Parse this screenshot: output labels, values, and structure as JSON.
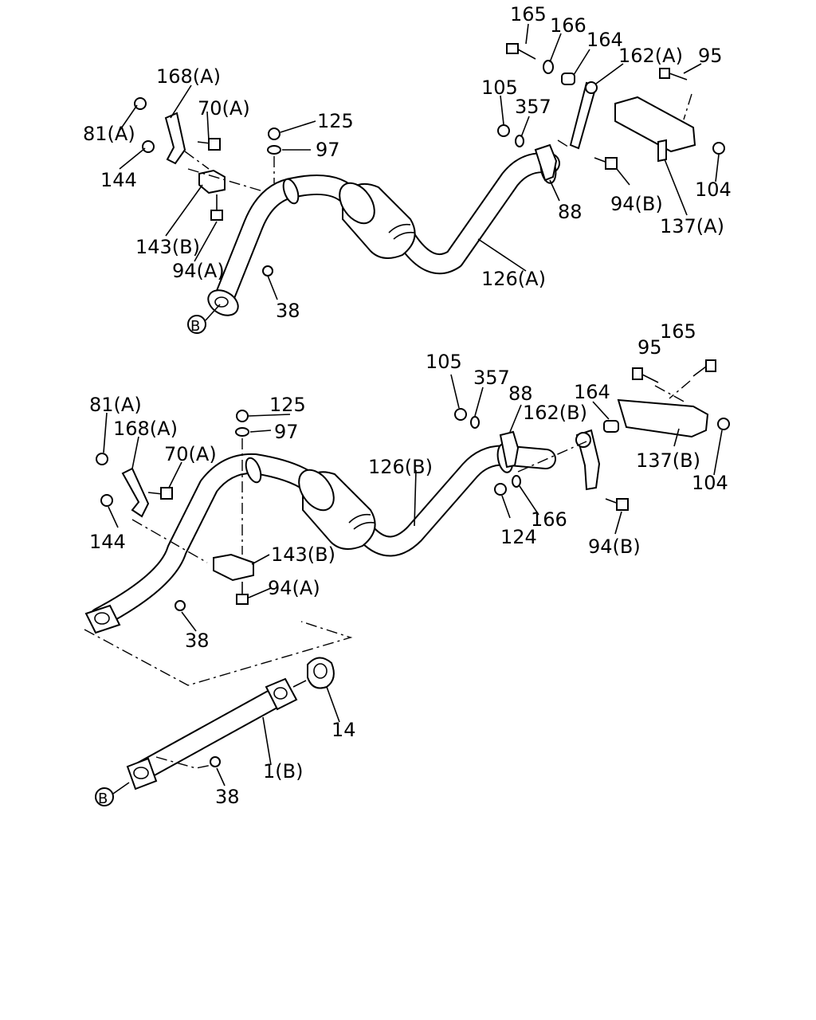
{
  "upper_assembly": {
    "labels": {
      "l165": "165",
      "l166": "166",
      "l164": "164",
      "l162a": "162(A)",
      "l95": "95",
      "l168a": "168(A)",
      "l70a": "70(A)",
      "l81a": "81(A)",
      "l144": "144",
      "l125": "125",
      "l97": "97",
      "l105": "105",
      "l357": "357",
      "l94b": "94(B)",
      "l104": "104",
      "l88": "88",
      "l137a": "137(A)",
      "l143b": "143(B)",
      "l94a": "94(A)",
      "l126a": "126(A)",
      "l38": "38",
      "ref_b": "B"
    }
  },
  "lower_assembly": {
    "labels": {
      "l105": "105",
      "l165": "165",
      "l95": "95",
      "l357": "357",
      "l88": "88",
      "l164": "164",
      "l81a": "81(A)",
      "l125": "125",
      "l162b": "162(B)",
      "l168a": "168(A)",
      "l97": "97",
      "l126b": "126(B)",
      "l137b": "137(B)",
      "l70a": "70(A)",
      "l104": "104",
      "l166": "166",
      "l124": "124",
      "l144": "144",
      "l143b": "143(B)",
      "l94b": "94(B)",
      "l94a": "94(A)",
      "l38": "38"
    }
  },
  "front_pipe": {
    "labels": {
      "l14": "14",
      "l1b": "1(B)",
      "l38": "38",
      "ref_b": "B"
    }
  }
}
